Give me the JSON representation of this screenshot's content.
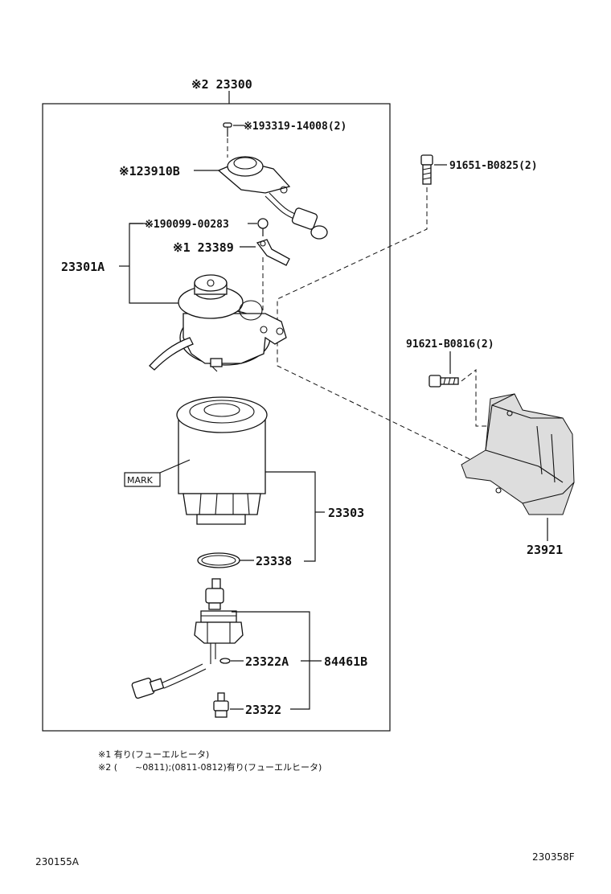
{
  "callouts": {
    "assembly": "※2 23300",
    "screw_193319": "※193319-14008(2)",
    "sensor_123910b": "※123910B",
    "bolt_91651": "91651-B0825(2)",
    "screw_190099": "※190099-00283",
    "bracket_123389": "※1 23389",
    "filter_housing": "23301A",
    "bolt_91621": "91621-B0816(2)",
    "mark": "MARK",
    "filter_element": "23303",
    "oring": "23338",
    "cover_23921": "23921",
    "pin_23322a": "23322A",
    "set_84461b": "84461B",
    "plug_23322": "23322"
  },
  "notes": {
    "note1": "※1 有り(フューエルヒータ)",
    "note2": "※2 (　　~0811);(0811-0812)有り(フューエルヒータ)"
  },
  "codes": {
    "left": "230155A",
    "right": "230358F"
  }
}
